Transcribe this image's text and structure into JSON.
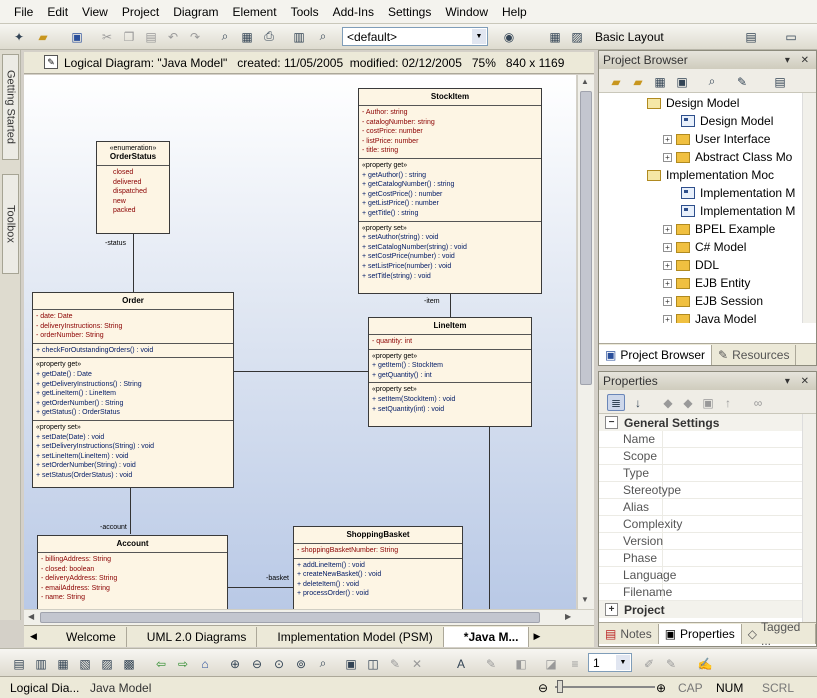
{
  "menu": [
    "File",
    "Edit",
    "View",
    "Project",
    "Diagram",
    "Element",
    "Tools",
    "Add-Ins",
    "Settings",
    "Window",
    "Help"
  ],
  "toolbar": {
    "style_combo": "<default>",
    "layout_combo": "Basic Layout"
  },
  "left_tabs": [
    "Getting Started",
    "Toolbox"
  ],
  "diagram_header": "Logical Diagram: \"Java Model\"   created: 11/05/2005  modified: 02/12/2005   75%   840 x 1169",
  "classes": {
    "orderstatus": {
      "stereotype": "«enumeration»",
      "name": "OrderStatus",
      "values": [
        "closed",
        "delivered",
        "dispatched",
        "new",
        "packed"
      ]
    },
    "stockitem": {
      "name": "StockItem",
      "attrs": [
        "-   Author:  string",
        "-   catalogNumber:  string",
        "-   costPrice:  number",
        "-   listPrice:  number",
        "-   title:  string"
      ],
      "getlbl": "«property get»",
      "gets": [
        "+   getAuthor() : string",
        "+   getCatalogNumber() : string",
        "+   getCostPrice() : number",
        "+   getListPrice() : number",
        "+   getTitle() : string"
      ],
      "setlbl": "«property set»",
      "sets": [
        "+   setAuthor(string) : void",
        "+   setCatalogNumber(string) : void",
        "+   setCostPrice(number) : void",
        "+   setListPrice(number) : void",
        "+   setTitle(string) : void"
      ]
    },
    "order": {
      "name": "Order",
      "attrs": [
        "-   date:  Date",
        "-   deliveryInstructions:  String",
        "-   orderNumber:  String"
      ],
      "ops": [
        "+   checkForOutstandingOrders() : void"
      ],
      "getlbl": "«property get»",
      "gets": [
        "+   getDate() : Date",
        "+   getDeliveryInstructions() : String",
        "+   getLineItem() : LineItem",
        "+   getOrderNumber() : String",
        "+   getStatus() : OrderStatus"
      ],
      "setlbl": "«property set»",
      "sets": [
        "+   setDate(Date) : void",
        "+   setDeliveryInstructions(String) : void",
        "+   setLineItem(LineItem) : void",
        "+   setOrderNumber(String) : void",
        "+   setStatus(OrderStatus) : void"
      ]
    },
    "lineitem": {
      "name": "LineItem",
      "attrs": [
        "-   quantity:  int"
      ],
      "getlbl": "«property get»",
      "gets": [
        "+   getItem() : StockItem",
        "+   getQuantity() : int"
      ],
      "setlbl": "«property set»",
      "sets": [
        "+   setItem(StockItem) : void",
        "+   setQuantity(int) : void"
      ]
    },
    "account": {
      "name": "Account",
      "attrs": [
        "-   billingAddress:  String",
        "-   closed:  boolean",
        "-   deliveryAddress:  String",
        "-   emailAddress:  String",
        "-   name:  String"
      ]
    },
    "shoppingbasket": {
      "name": "ShoppingBasket",
      "attrs": [
        "-   shoppingBasketNumber:  String"
      ],
      "ops": [
        "+   addLineItem() : void",
        "+   createNewBasket() : void",
        "+   deleteItem() : void",
        "+   processOrder() : void"
      ]
    }
  },
  "roles": {
    "status": "-status",
    "item": "-item",
    "account": "-account",
    "basket": "-basket"
  },
  "diagram_tabs": [
    "Welcome",
    "UML 2.0 Diagrams",
    "Implementation Model (PSM)",
    "*Java M..."
  ],
  "project_browser": {
    "title": "Project Browser",
    "items": [
      "Design Model",
      "Design Model",
      "User Interface",
      "Abstract Class Mo",
      "Implementation Moc",
      "Implementation M",
      "Implementation M",
      "BPEL Example",
      "C# Model",
      "DDL",
      "EJB Entity",
      "EJB Session",
      "Java Model"
    ],
    "tabs": [
      "Project Browser",
      "Resources"
    ]
  },
  "properties": {
    "title": "Properties",
    "group": "General Settings",
    "rows": [
      "Name",
      "Scope",
      "Type",
      "Stereotype",
      "Alias",
      "Complexity",
      "Version",
      "Phase",
      "Language",
      "Filename"
    ],
    "group2": "Project",
    "tabs": [
      "Notes",
      "Properties",
      "Tagged ..."
    ]
  },
  "bottom_toolbar": {
    "spin_value": "1"
  },
  "status": {
    "left": "Logical Dia...",
    "model": "Java Model",
    "caps": "CAP",
    "num": "NUM",
    "scrl": "SCRL"
  }
}
